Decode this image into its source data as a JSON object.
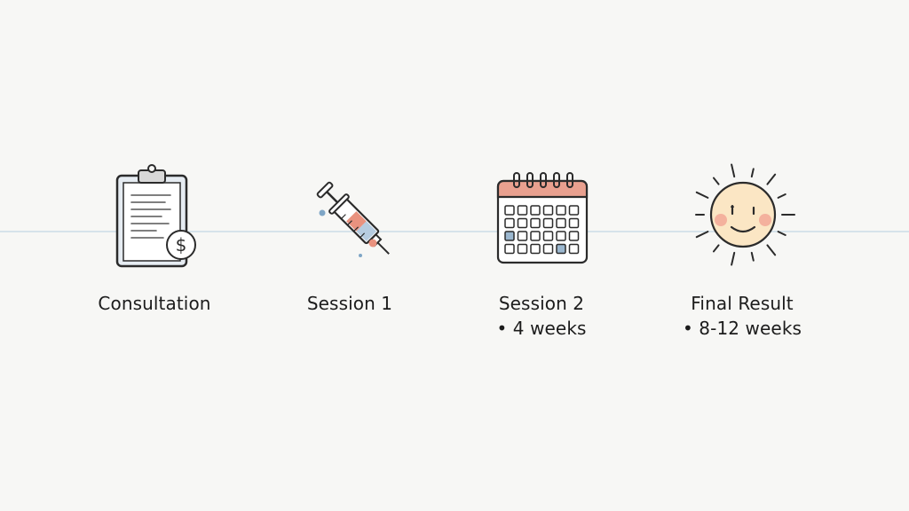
{
  "steps": [
    {
      "title": "Consultation",
      "detail": "",
      "icon": "clipboard-dollar-icon"
    },
    {
      "title": "Session 1",
      "detail": "",
      "icon": "syringe-icon"
    },
    {
      "title": "Session 2",
      "detail": "• 4 weeks",
      "icon": "calendar-icon"
    },
    {
      "title": "Final Result",
      "detail": "• 8-12 weeks",
      "icon": "smiling-sun-icon"
    }
  ],
  "colors": {
    "line": "#d6e3ea",
    "accent_coral": "#e9927f",
    "accent_blue": "#9bb7cf",
    "sun_face": "#fbe6c4",
    "ink": "#2b2b2b"
  }
}
